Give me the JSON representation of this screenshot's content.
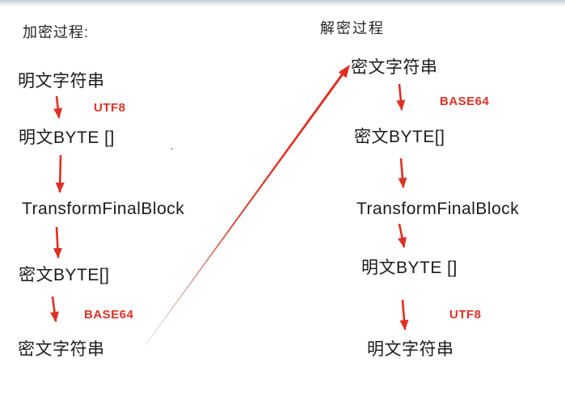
{
  "page": {
    "background": "#ffffff",
    "top_bar_color": "#c9d1da"
  },
  "colors": {
    "text": "#1e1e1e",
    "accent_red": "#df3226"
  },
  "encryption": {
    "title": "加密过程:",
    "steps": [
      "明文字符串",
      "明文BYTE []",
      "TransformFinalBlock",
      "密文BYTE[]",
      "密文字符串"
    ],
    "transform_labels": [
      "UTF8",
      "BASE64"
    ]
  },
  "decryption": {
    "title": "解密过程",
    "steps": [
      "密文字符串",
      "密文BYTE[]",
      "TransformFinalBlock",
      "明文BYTE []",
      "明文字符串"
    ],
    "transform_labels": [
      "BASE64",
      "UTF8"
    ]
  }
}
